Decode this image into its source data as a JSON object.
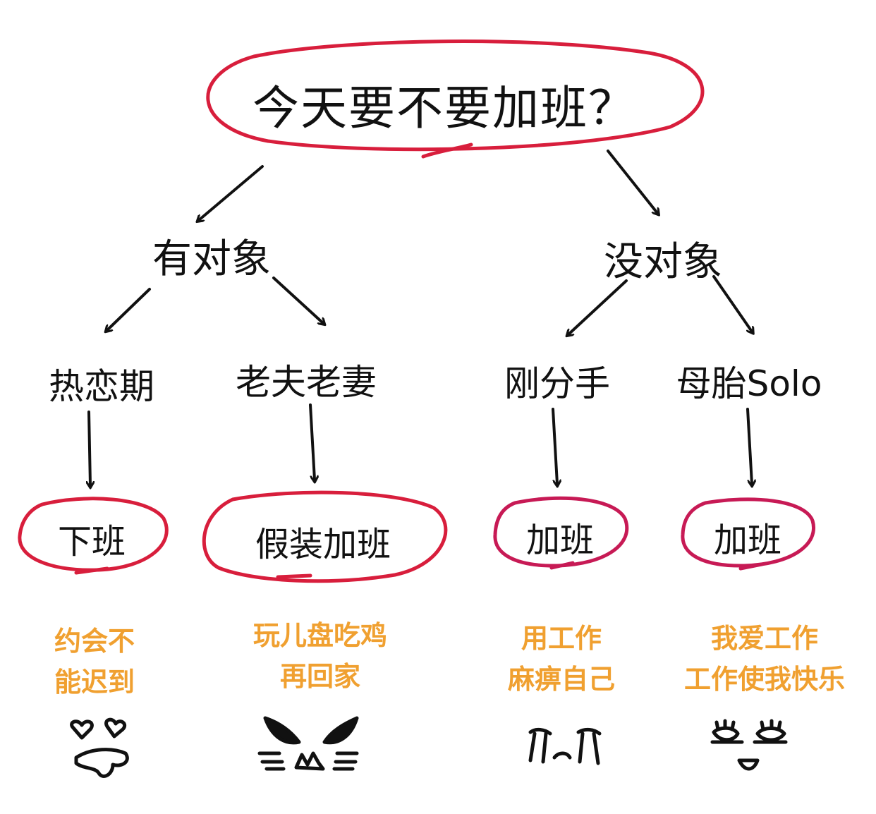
{
  "root": {
    "question": "今天要不要加班？"
  },
  "branches": [
    {
      "label": "有对象",
      "children": [
        {
          "label": "热恋期",
          "result": "下班",
          "note_lines": [
            "约会不",
            "能迟到"
          ],
          "face_icon": "in-love-face-icon"
        },
        {
          "label": "老夫老妻",
          "result": "假装加班",
          "note_lines": [
            "玩儿盘吃鸡",
            "再回家"
          ],
          "face_icon": "angry-face-icon"
        }
      ]
    },
    {
      "label": "没对象",
      "children": [
        {
          "label": "刚分手",
          "result": "加班",
          "note_lines": [
            "用工作",
            "麻痹自己"
          ],
          "face_icon": "crying-face-icon"
        },
        {
          "label": "母胎Solo",
          "result": "加班",
          "note_lines": [
            "我爱工作",
            "工作使我快乐"
          ],
          "face_icon": "happy-face-icon"
        }
      ]
    }
  ],
  "colors": {
    "ink": "#111111",
    "circle": "#d81e3c",
    "note": "#f0a030"
  }
}
